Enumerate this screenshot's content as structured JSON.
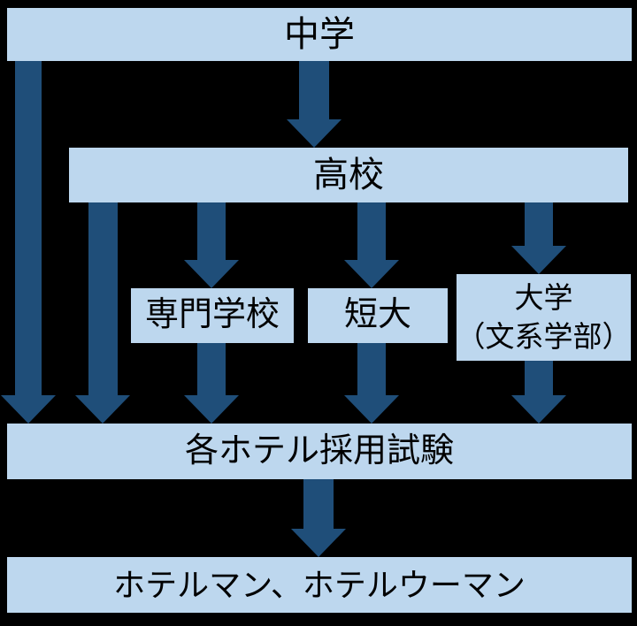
{
  "diagram": {
    "colors": {
      "bg": "#000000",
      "box": "#BDD7EE",
      "arrow": "#1F4E79",
      "text": "#000000"
    },
    "nodes": {
      "chugaku": {
        "label": "中学"
      },
      "koko": {
        "label": "高校"
      },
      "senmon": {
        "label": "専門学校"
      },
      "tandai": {
        "label": "短大"
      },
      "daigaku": {
        "line1": "大学",
        "line2": "（文系学部）"
      },
      "saiyo": {
        "label": "各ホテル採用試験"
      },
      "hotelman": {
        "label": "ホテルマン、ホテルウーマン"
      }
    },
    "edges": [
      {
        "from": "中学",
        "to": "高校"
      },
      {
        "from": "中学",
        "to": "各ホテル採用試験"
      },
      {
        "from": "高校",
        "to": "各ホテル採用試験"
      },
      {
        "from": "高校",
        "to": "専門学校"
      },
      {
        "from": "高校",
        "to": "短大"
      },
      {
        "from": "高校",
        "to": "大学（文系学部）"
      },
      {
        "from": "専門学校",
        "to": "各ホテル採用試験"
      },
      {
        "from": "短大",
        "to": "各ホテル採用試験"
      },
      {
        "from": "大学（文系学部）",
        "to": "各ホテル採用試験"
      },
      {
        "from": "各ホテル採用試験",
        "to": "ホテルマン、ホテルウーマン"
      }
    ]
  }
}
